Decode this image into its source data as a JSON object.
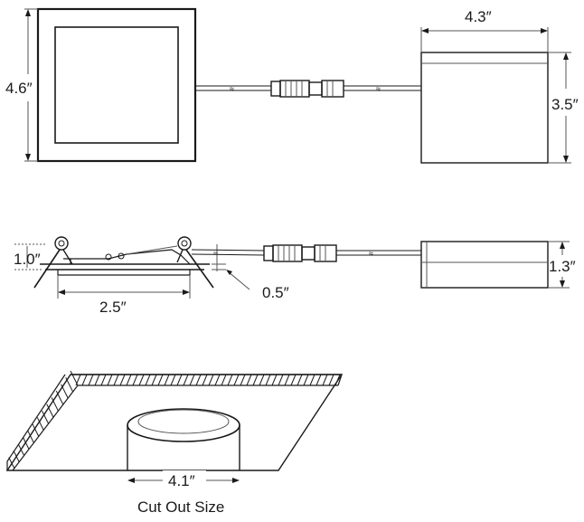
{
  "diagram": {
    "dimensions": {
      "panel_height": "4.6″",
      "driver_width": "4.3″",
      "driver_height": "3.5″",
      "side_height": "1.0″",
      "side_width": "2.5″",
      "side_flange": "0.5″",
      "side_driver_height": "1.3″",
      "cutout_diameter": "4.1″"
    },
    "caption": "Cut Out Size"
  }
}
